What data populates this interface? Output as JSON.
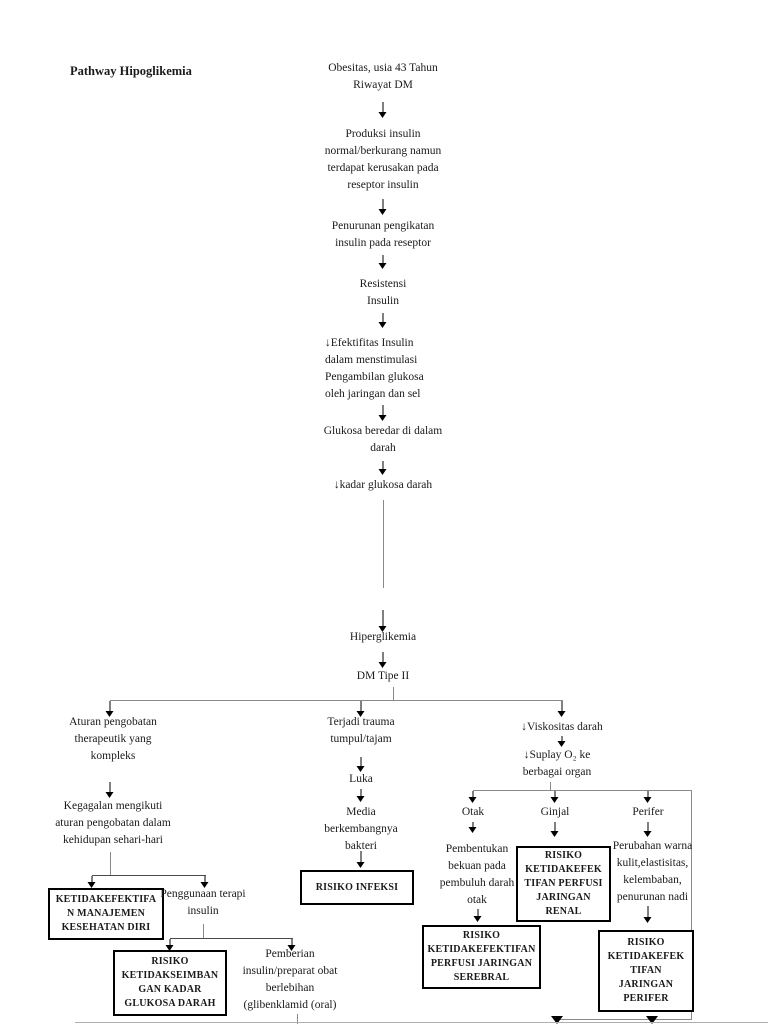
{
  "page": {
    "title": "Pathway Hipoglikemia"
  },
  "nodes": {
    "start": {
      "text": "Obesitas, usia 43 Tahun\nRiwayat DM"
    },
    "produksi": {
      "text": "Produksi insulin\nnormal/berkurang namun\nterdapat kerusakan pada\nreseptor insulin"
    },
    "penurunan": {
      "text": "Penurunan pengikatan\ninsulin pada reseptor"
    },
    "resistensi": {
      "text": "Resistensi\nInsulin"
    },
    "efektifitas": {
      "text": "↓Efektifitas Insulin\ndalam menstimulasi\nPengambilan glukosa\noleh jaringan dan sel"
    },
    "glukosa_beredar": {
      "text": "Glukosa beredar di dalam\ndarah"
    },
    "kadar_glukosa": {
      "text": "↓kadar glukosa darah"
    },
    "hiperglikemia": {
      "text": "Hiperglikemia"
    },
    "dm_tipe2": {
      "text": "DM Tipe II"
    },
    "aturan": {
      "text": "Aturan pengobatan\ntherapeutik yang\nkompleks"
    },
    "kegagalan": {
      "text": "Kegagalan mengikuti\naturan pengobatan dalam\nkehidupan sehari-hari"
    },
    "manajemen_box": {
      "text": "KETIDAKEFEKTIFA\nN MANAJEMEN\nKESEHATAN DIRI"
    },
    "penggunaan": {
      "text": "Penggunaan terapi\ninsulin"
    },
    "glukosa_box": {
      "text": "RISIKO\nKETIDAKSEIMBAN\nGAN KADAR\nGLUKOSA DARAH"
    },
    "pemberian": {
      "text": "Pemberian\ninsulin/preparat obat\nberlebihan\n(glibenklamid (oral)"
    },
    "trauma": {
      "text": "Terjadi trauma\ntumpul/tajam"
    },
    "luka": {
      "text": "Luka"
    },
    "media": {
      "text": "Media\nberkembangnya\nbakteri"
    },
    "infeksi_box": {
      "text": "RISIKO INFEKSI"
    },
    "viskositas": {
      "text": "↓Viskositas darah"
    },
    "suplay": {
      "text": "↓Suplay O₂ ke\nberbagai organ"
    },
    "otak": {
      "text": "Otak"
    },
    "ginjal": {
      "text": "Ginjal"
    },
    "perifer": {
      "text": "Perifer"
    },
    "pembentukan": {
      "text": "Pembentukan\nbekuan pada\npembuluh darah\notak"
    },
    "renal_box": {
      "text": "RISIKO\nKETIDAKEFEK\nTIFAN PERFUSI\nJARINGAN\nRENAL"
    },
    "perubahan": {
      "text": "Perubahan warna\nkulit,elastisitas,\nkelembaban,\npenurunan nadi"
    },
    "serebral_box": {
      "text": "RISIKO\nKETIDAKEFEKTIFAN\nPERFUSI JARINGAN\nSEREBRAL"
    },
    "perifer_box": {
      "text": "RISIKO\nKETIDAKEFEK\nTIFAN\nJARINGAN\nPERIFER"
    }
  },
  "colors": {
    "line": "#8a8a8a",
    "arrow": "#000000",
    "page_divider": "#aeaeae"
  }
}
